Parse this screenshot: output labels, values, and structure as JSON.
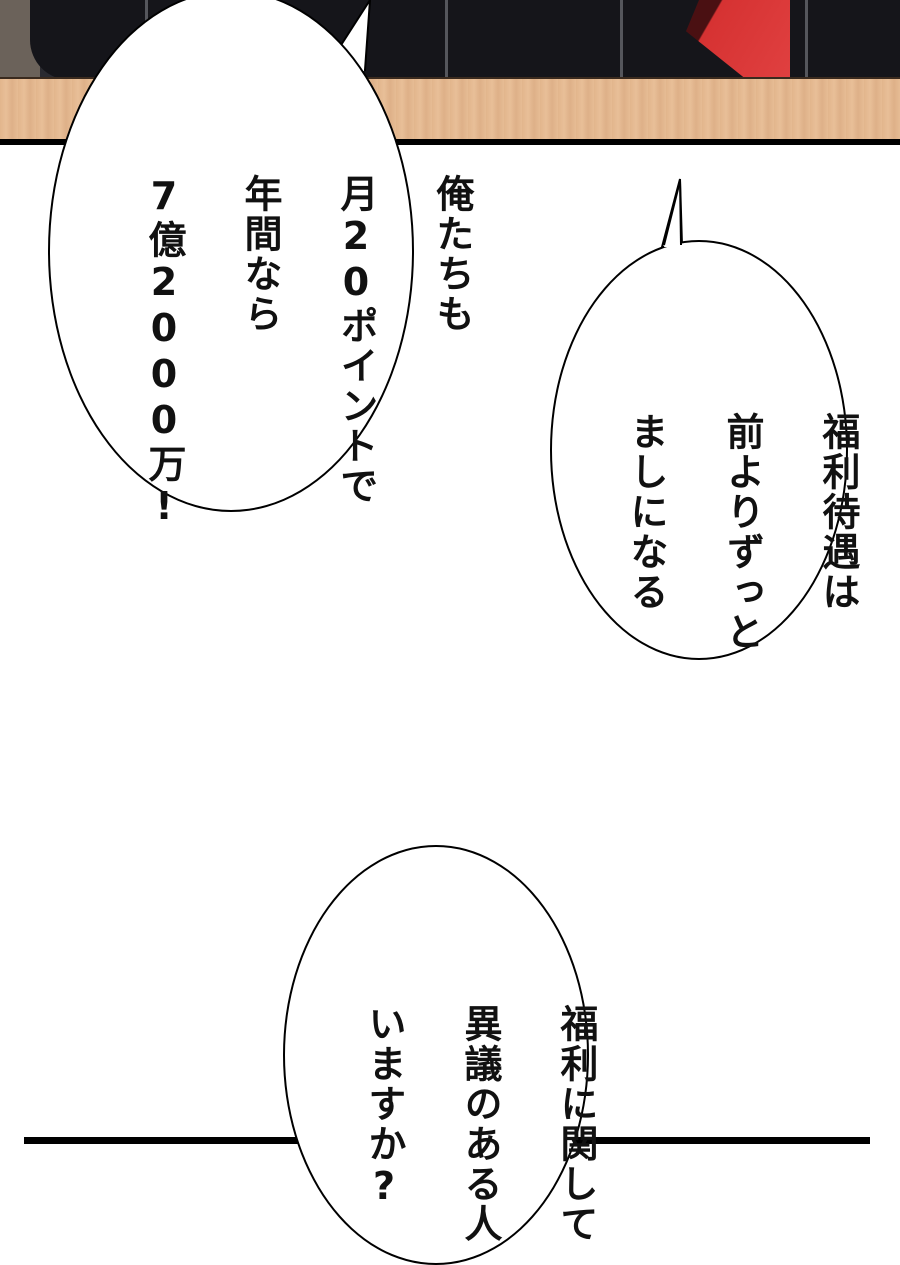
{
  "panels": {
    "top": {
      "description": "Characters in dark jackets seated behind a wooden table",
      "colors": {
        "jacket": "#15151a",
        "sleeve_red": "#d63232",
        "table_wood": "#e2b58c",
        "border": "#000000"
      }
    }
  },
  "bubbles": [
    {
      "id": "bubble-1",
      "lines": [
        "俺たちも",
        "月20ポイントで",
        "年間なら",
        "7億2000万!"
      ]
    },
    {
      "id": "bubble-2",
      "lines": [
        "福利待遇は",
        "前よりずっと",
        "ましになる"
      ]
    },
    {
      "id": "bubble-3",
      "lines": [
        "福利に関して",
        "異議のある人",
        "いますか?"
      ]
    }
  ]
}
